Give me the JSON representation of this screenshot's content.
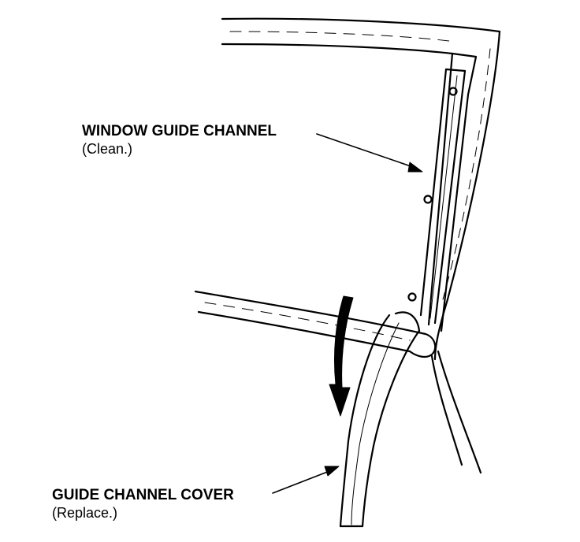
{
  "callouts": {
    "window_guide_channel": {
      "name": "WINDOW GUIDE CHANNEL",
      "note": "(Clean.)"
    },
    "guide_channel_cover": {
      "name": "GUIDE CHANNEL COVER",
      "note": "(Replace.)"
    }
  },
  "colors": {
    "line": "#000000",
    "background": "#ffffff"
  }
}
